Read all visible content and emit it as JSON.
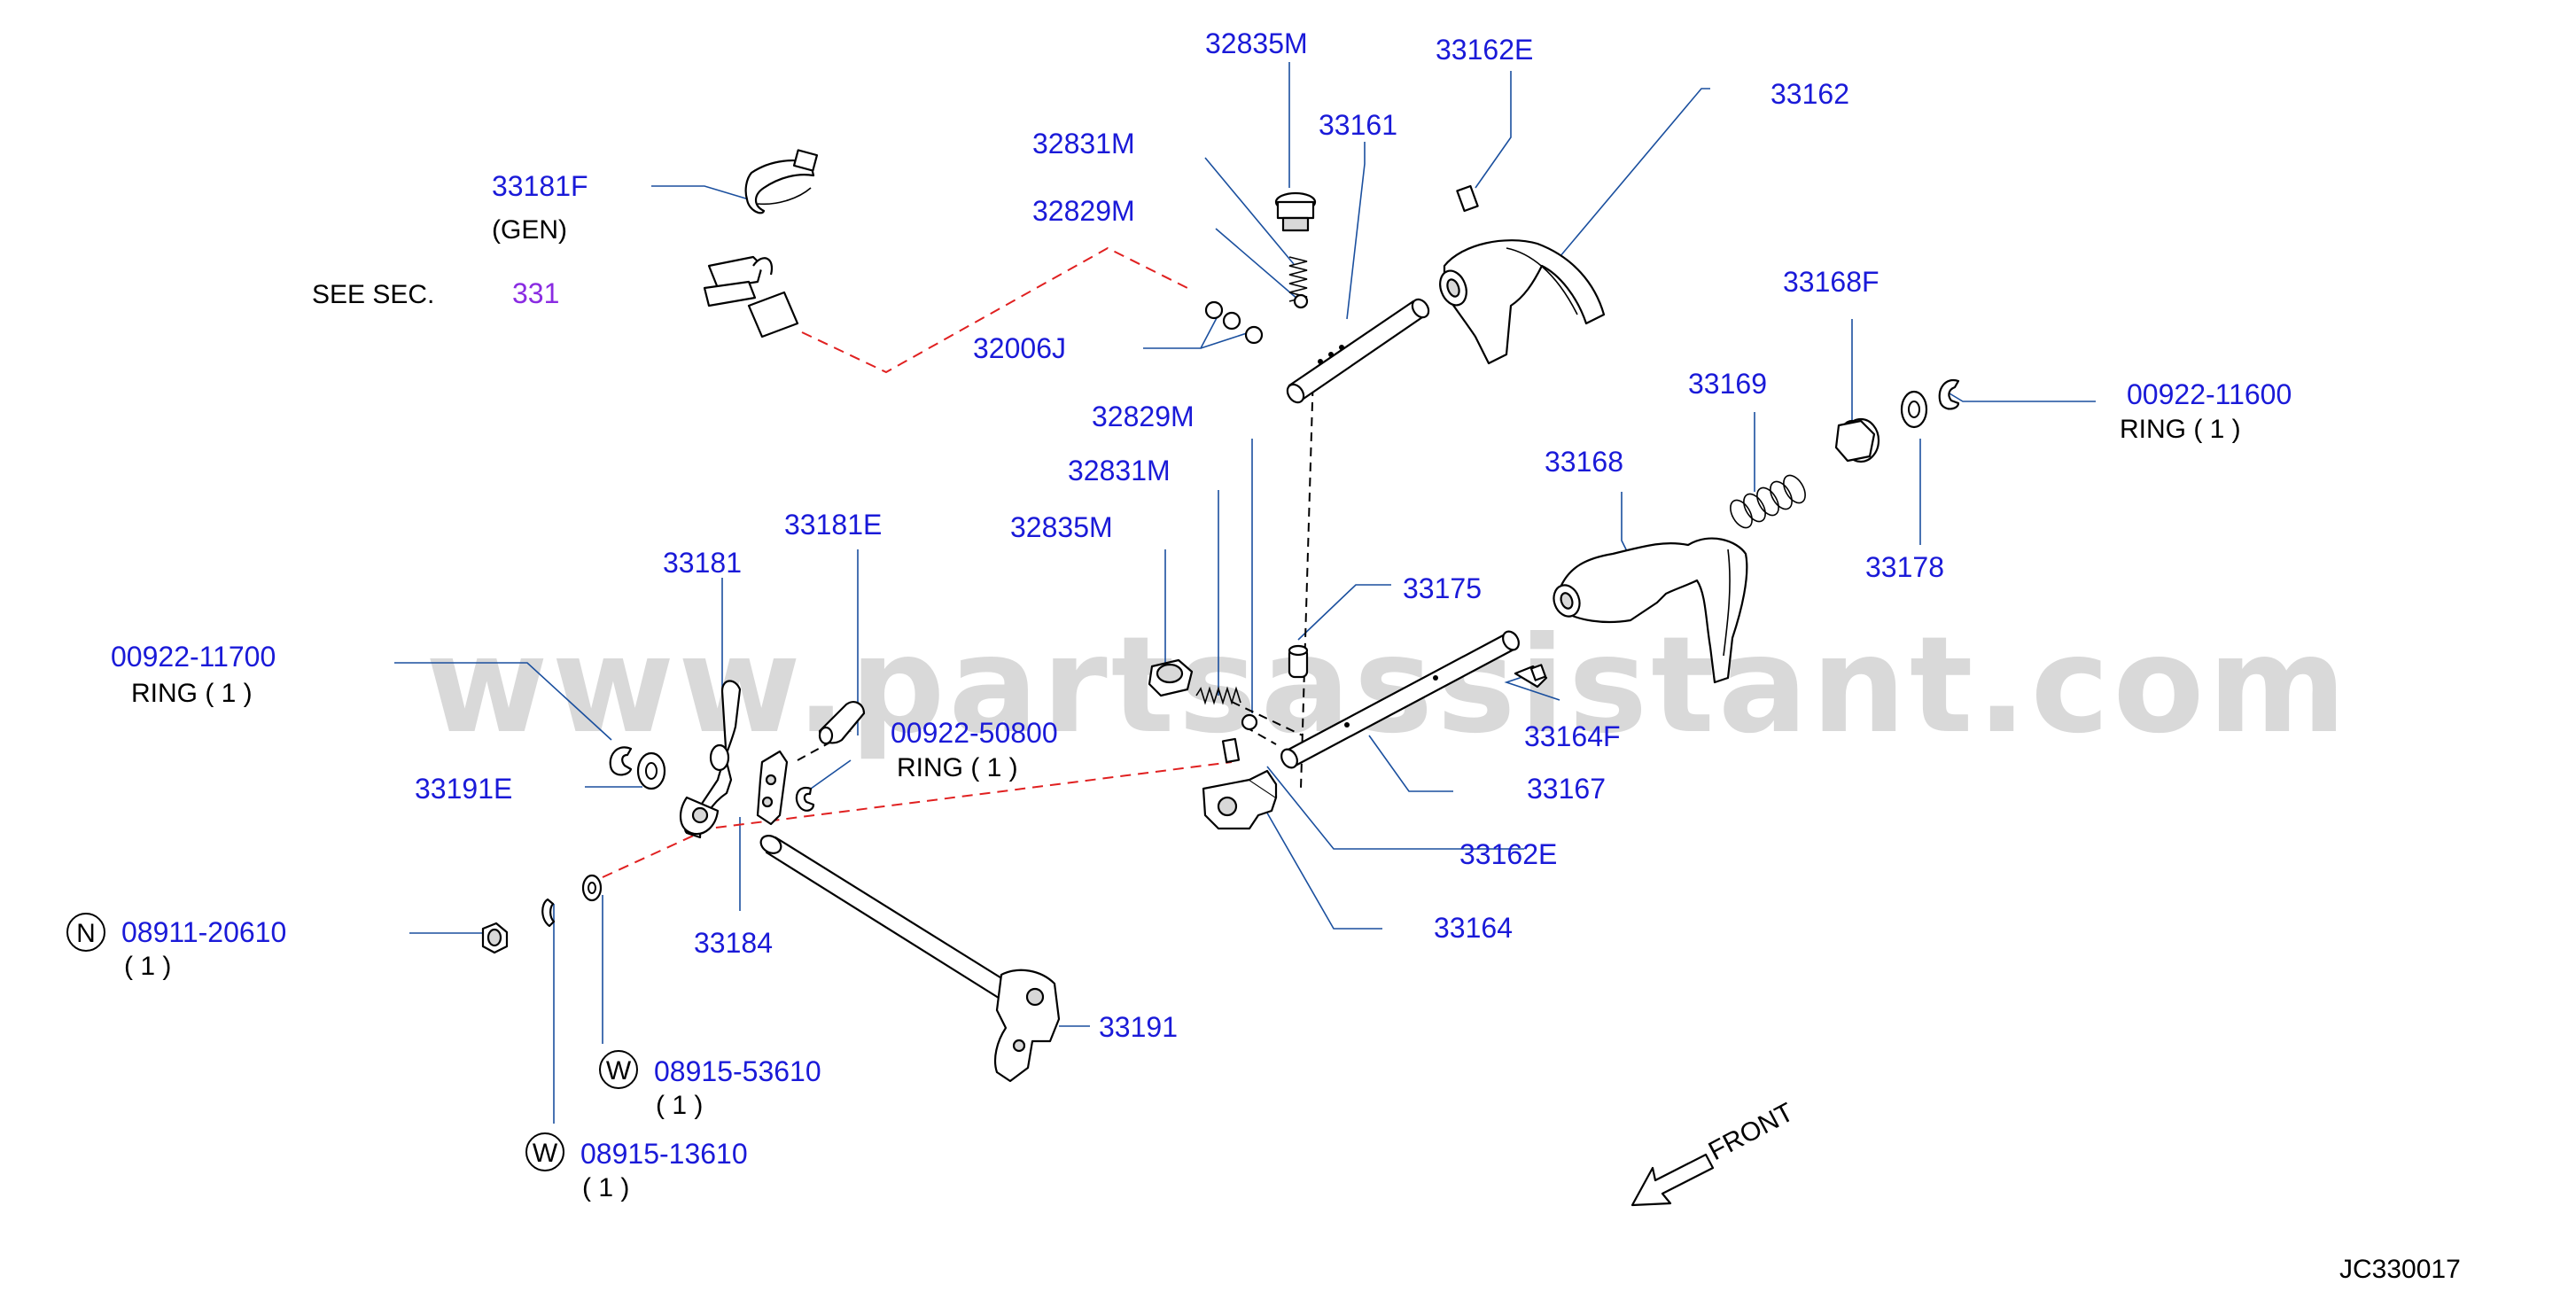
{
  "watermark": "www.partsassistant.com",
  "diagram_id": "JC330017",
  "front_label": "FRONT",
  "see_sec": {
    "text": "SEE  SEC.",
    "section": "331"
  },
  "labels": {
    "p32835M_top": "32835M",
    "p33162E_top": "33162E",
    "p33162": "33162",
    "p33161": "33161",
    "p32831M_top": "32831M",
    "p32829M_top": "32829M",
    "p33181F": "33181F",
    "gen": "(GEN)",
    "p32006J": "32006J",
    "p33168F": "33168F",
    "p33169": "33169",
    "p00922_11600": "00922-11600",
    "ring_right": "RING     ( 1 )",
    "p33168": "33168",
    "p33178": "33178",
    "p32829M_mid": "32829M",
    "p32831M_mid": "32831M",
    "p32835M_mid": "32835M",
    "p33181E": "33181E",
    "p33181": "33181",
    "p33175": "33175",
    "p00922_11700": "00922-11700",
    "ring_left": "RING  ( 1 )",
    "p00922_50800": "00922-50800",
    "ring_mid": "RING    ( 1 )",
    "p33164F": "33164F",
    "p33191E": "33191E",
    "p33167": "33167",
    "p33162E_mid": "33162E",
    "p33184": "33184",
    "p33164": "33164",
    "p08911_20610": "08911-20610",
    "qty_n": "( 1 )",
    "p33191": "33191",
    "p08915_53610": "08915-53610",
    "qty_w1": "( 1 )",
    "p08915_13610": "08915-13610",
    "qty_w2": "( 1 )",
    "badge_n": "N",
    "badge_w1": "W",
    "badge_w2": "W"
  }
}
